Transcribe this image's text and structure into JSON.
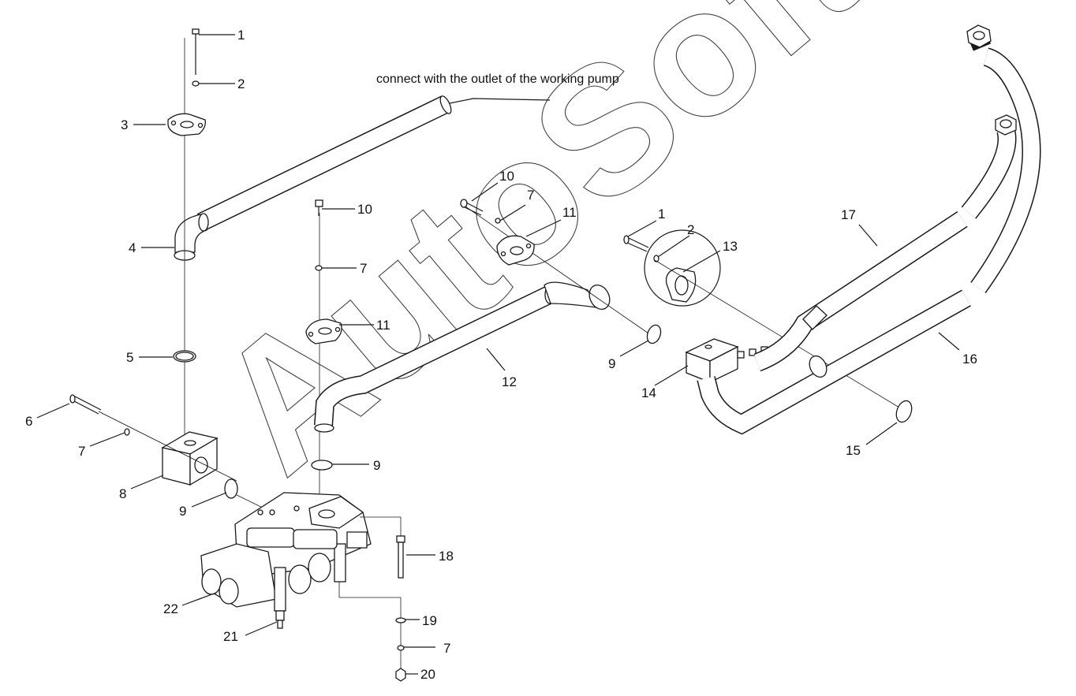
{
  "note": "connect with the outlet of the working pump",
  "watermark": "AutoSoft",
  "callouts": [
    {
      "id": "c-1a",
      "label": "1"
    },
    {
      "id": "c-2a",
      "label": "2"
    },
    {
      "id": "c-3",
      "label": "3"
    },
    {
      "id": "c-4",
      "label": "4"
    },
    {
      "id": "c-5",
      "label": "5"
    },
    {
      "id": "c-6",
      "label": "6"
    },
    {
      "id": "c-7a",
      "label": "7"
    },
    {
      "id": "c-8",
      "label": "8"
    },
    {
      "id": "c-9a",
      "label": "9"
    },
    {
      "id": "c-10a",
      "label": "10"
    },
    {
      "id": "c-7b",
      "label": "7"
    },
    {
      "id": "c-11a",
      "label": "11"
    },
    {
      "id": "c-9b",
      "label": "9"
    },
    {
      "id": "c-10b",
      "label": "10"
    },
    {
      "id": "c-7c",
      "label": "7"
    },
    {
      "id": "c-11b",
      "label": "11"
    },
    {
      "id": "c-12",
      "label": "12"
    },
    {
      "id": "c-1b",
      "label": "1"
    },
    {
      "id": "c-2b",
      "label": "2"
    },
    {
      "id": "c-13",
      "label": "13"
    },
    {
      "id": "c-9c",
      "label": "9"
    },
    {
      "id": "c-14",
      "label": "14"
    },
    {
      "id": "c-15",
      "label": "15"
    },
    {
      "id": "c-16",
      "label": "16"
    },
    {
      "id": "c-17",
      "label": "17"
    },
    {
      "id": "c-18",
      "label": "18"
    },
    {
      "id": "c-19",
      "label": "19"
    },
    {
      "id": "c-7d",
      "label": "7"
    },
    {
      "id": "c-20",
      "label": "20"
    },
    {
      "id": "c-21",
      "label": "21"
    },
    {
      "id": "c-22",
      "label": "22"
    }
  ]
}
